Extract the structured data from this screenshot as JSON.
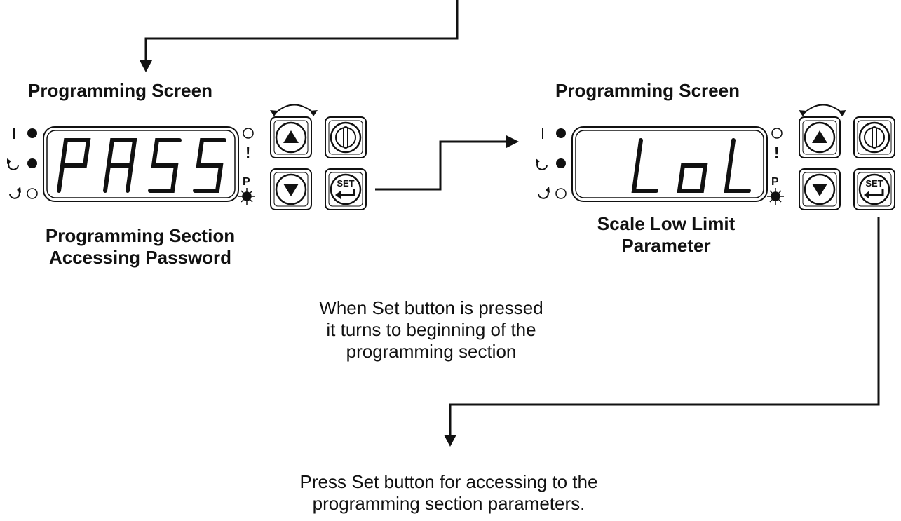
{
  "left_panel": {
    "title": "Programming Screen",
    "display": "PASS",
    "caption_line1": "Programming Section",
    "caption_line2": "Accessing Password",
    "set_label": "SET",
    "p_label": "P",
    "warn_label": "!"
  },
  "right_panel": {
    "title": "Programming Screen",
    "display": "LoL",
    "caption_line1": "Scale Low Limit",
    "caption_line2": "Parameter",
    "set_label": "SET",
    "p_label": "P",
    "warn_label": "!"
  },
  "note_middle": {
    "line1": "When Set button is pressed",
    "line2": "it turns to beginning of the",
    "line3": "programming section"
  },
  "note_bottom": {
    "line1": "Press Set button for accessing to the",
    "line2": "programming section parameters."
  },
  "colors": {
    "ink": "#111111",
    "background": "#ffffff"
  },
  "icons": [
    "arrow-up-icon",
    "arrow-down-icon",
    "power-icon",
    "enter-icon",
    "rotate-icon"
  ]
}
